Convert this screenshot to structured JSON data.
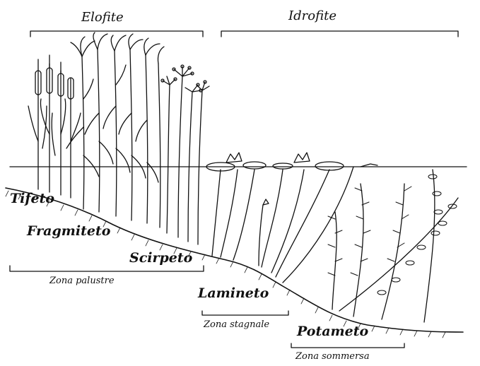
{
  "headers": {
    "elofite": "Elofite",
    "idrofite": "Idrofite"
  },
  "communities": {
    "tifeto": "Tifeto",
    "fragmiteto": "Fragmiteto",
    "scirpeto": "Scirpeto",
    "lamineto": "Lamineto",
    "potameto": "Potameto"
  },
  "zones": {
    "palustre": "Zona palustre",
    "stagnale": "Zona stagnale",
    "sommersa": "Zona sommersa"
  },
  "colors": {
    "ink": "#111111",
    "background": "#ffffff"
  }
}
